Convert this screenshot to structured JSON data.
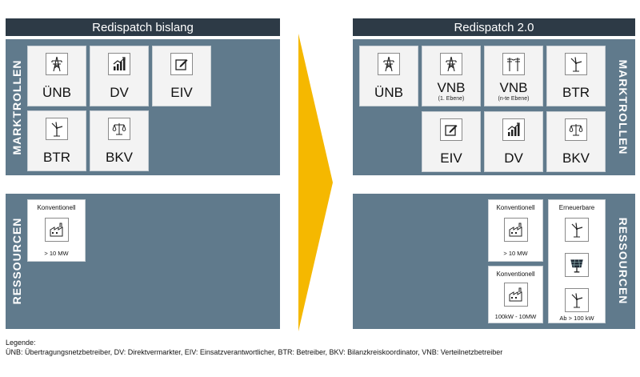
{
  "left": {
    "title": "Redispatch bislang",
    "market_label": "MARKTROLLEN",
    "resource_label": "RESSOURCEN",
    "cards": [
      {
        "label": "ÜNB",
        "icon": "transmission-tower-icon"
      },
      {
        "label": "DV",
        "icon": "bar-chart-icon"
      },
      {
        "label": "EIV",
        "icon": "edit-icon"
      },
      {
        "label": "BTR",
        "icon": "wind-turbine-icon"
      },
      {
        "label": "BKV",
        "icon": "balance-scale-icon"
      }
    ],
    "resources": [
      {
        "title": "Konventionell",
        "sub": "> 10 MW",
        "icon": "factory-icon"
      }
    ]
  },
  "right": {
    "title": "Redispatch 2.0",
    "market_label": "MARKTROLLEN",
    "resource_label": "RESSOURCEN",
    "cards": [
      {
        "label": "ÜNB",
        "sub": "",
        "icon": "transmission-tower-icon"
      },
      {
        "label": "VNB",
        "sub": "(1. Ebene)",
        "icon": "transmission-tower-icon"
      },
      {
        "label": "VNB",
        "sub": "(n-te Ebene)",
        "icon": "power-pole-icon"
      },
      {
        "label": "BTR",
        "sub": "",
        "icon": "wind-turbine-icon"
      },
      {
        "label": "EIV",
        "sub": "",
        "icon": "edit-icon"
      },
      {
        "label": "DV",
        "sub": "",
        "icon": "bar-chart-icon"
      },
      {
        "label": "BKV",
        "sub": "",
        "icon": "balance-scale-icon"
      }
    ],
    "resources": [
      {
        "title": "Konventionell",
        "sub": "> 10 MW",
        "icon": "factory-icon"
      },
      {
        "title": "Konventionell",
        "sub": "100kW - 10MW",
        "icon": "factory-icon"
      }
    ],
    "renewables": {
      "title": "Erneuerbare",
      "sub": "Ab > 100 kW",
      "icons": [
        "wind-turbine-icon",
        "solar-panel-icon",
        "wind-turbine-icon"
      ]
    }
  },
  "legend": {
    "heading": "Legende:",
    "text": "ÜNB: Übertragungsnetzbetreiber, DV: Direktvermarkter, EIV: Einsatzverantwortlicher, BTR: Betreiber, BKV: Bilanzkreiskoordinator, VNB: Verteilnetzbetreiber"
  },
  "colors": {
    "title_bar": "#2d3a46",
    "panel": "#607a8c",
    "arrow": "#f5b800"
  }
}
